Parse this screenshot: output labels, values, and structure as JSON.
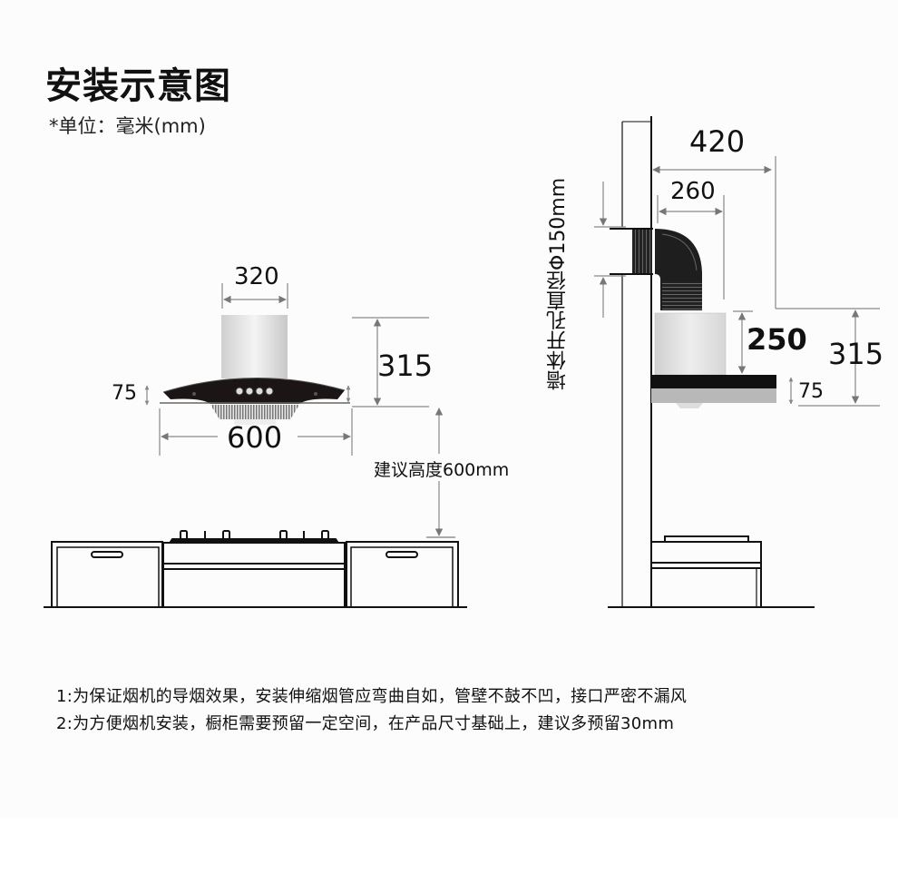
{
  "header": {
    "title": "安装示意图",
    "unit_note": "*单位：毫米(mm)"
  },
  "front_view": {
    "chimney_width": "320",
    "hood_width": "600",
    "panel_height": "75",
    "total_height": "315",
    "recommended_height_label": "建议高度600mm"
  },
  "side_view": {
    "wall_hole_label": "墙体开孔直径Φ150mm",
    "depth_total": "420",
    "duct_offset": "260",
    "chimney_height": "250",
    "total_height": "315",
    "panel_height": "75"
  },
  "notes": [
    "1:为保证烟机的导烟效果，安装伸缩烟管应弯曲自如，管壁不鼓不凹，接口严密不漏风",
    "2:为方便烟机安装，橱柜需要预留一定空间，在产品尺寸基础上，建议多预留30mm"
  ],
  "colors": {
    "background": "#fcfcfc",
    "arrow_gray": "#777777",
    "line_black": "#111111",
    "hood_glass": "#1a1414",
    "stainless": "#d8d8d8"
  }
}
